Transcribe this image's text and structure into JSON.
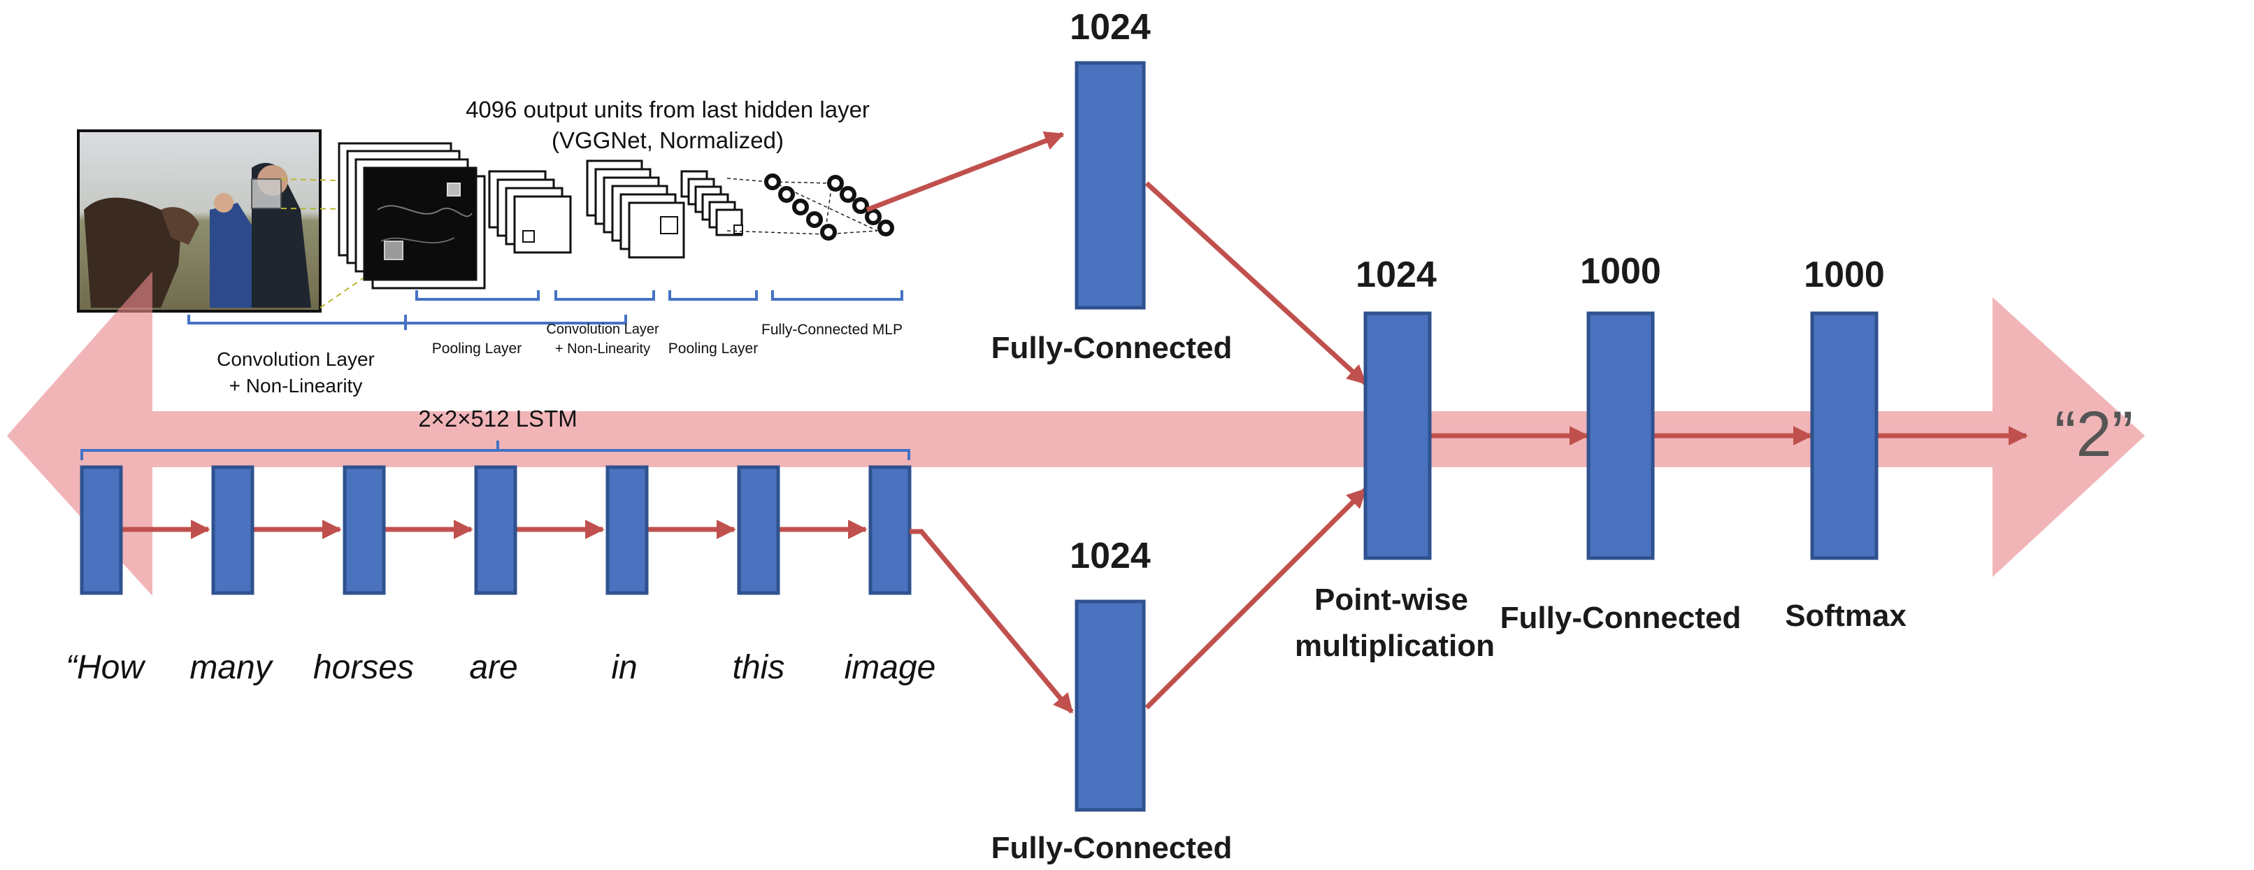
{
  "cnn": {
    "title_line1": "4096 output  units from last hidden layer",
    "title_line2": "(VGGNet, Normalized)",
    "conv1_line1": "Convolution Layer",
    "conv1_line2": "+ Non-Linearity",
    "pool1": "Pooling Layer",
    "conv2_line1": "Convolution Layer",
    "conv2_line2": "+ Non-Linearity",
    "pool2": "Pooling  Layer",
    "fc_mlp": "Fully-Connected MLP"
  },
  "image_fc": {
    "units": "1024",
    "label": "Fully-Connected"
  },
  "question_fc": {
    "units": "1024",
    "label": "Fully-Connected"
  },
  "pointwise": {
    "units": "1024",
    "label_line1": "Point-wise",
    "label_line2": "multiplication"
  },
  "final_fc": {
    "units": "1000",
    "label": "Fully-Connected"
  },
  "softmax": {
    "units": "1000",
    "label": "Softmax"
  },
  "lstm": {
    "label": "2×2×512 LSTM",
    "words": [
      "“How",
      "many",
      "horses",
      "are",
      "in",
      "this",
      "image"
    ]
  },
  "answer": "“2”",
  "colors": {
    "block": "#4a72bf",
    "arrow": "#c0504d",
    "band": "#e8878c",
    "brace": "#4472c4"
  }
}
